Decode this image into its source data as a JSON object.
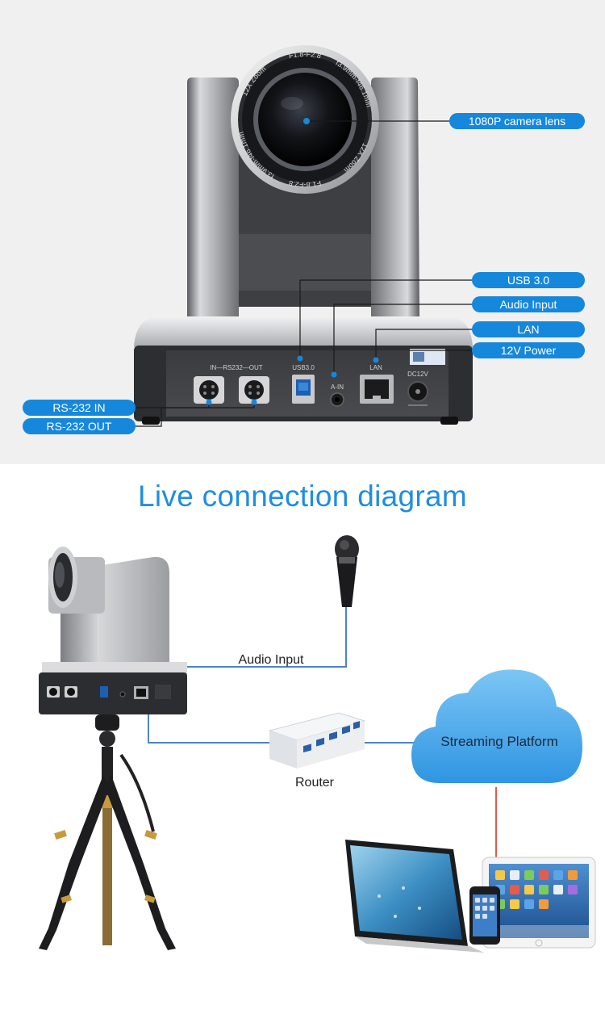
{
  "product_callouts": {
    "lens": "1080P camera  lens",
    "usb": "USB 3.0",
    "audio": "Audio Input",
    "lan": "LAN",
    "power": "12V Power",
    "rs232_in": "RS-232 IN",
    "rs232_out": "RS-232 OUT"
  },
  "lens_markings": {
    "zoom": "12X Zoom",
    "aperture": "F1.8-F2.8",
    "focal": "f3.9mm-f46.1mm"
  },
  "panel_labels": {
    "rs232": "IN—RS232—OUT",
    "usb": "USB3.0",
    "ain": "A-IN",
    "lan": "LAN",
    "dc": "DC12V"
  },
  "diagram": {
    "title": "Live connection diagram",
    "audio_input": "Audio Input",
    "router": "Router",
    "cloud": "Streaming Platform"
  },
  "colors": {
    "accent": "#1688dc",
    "title": "#1e8ee0",
    "cable": "#4a86c9",
    "cloud": "#4aa9ec",
    "top_bg": "#f0f0f0"
  }
}
